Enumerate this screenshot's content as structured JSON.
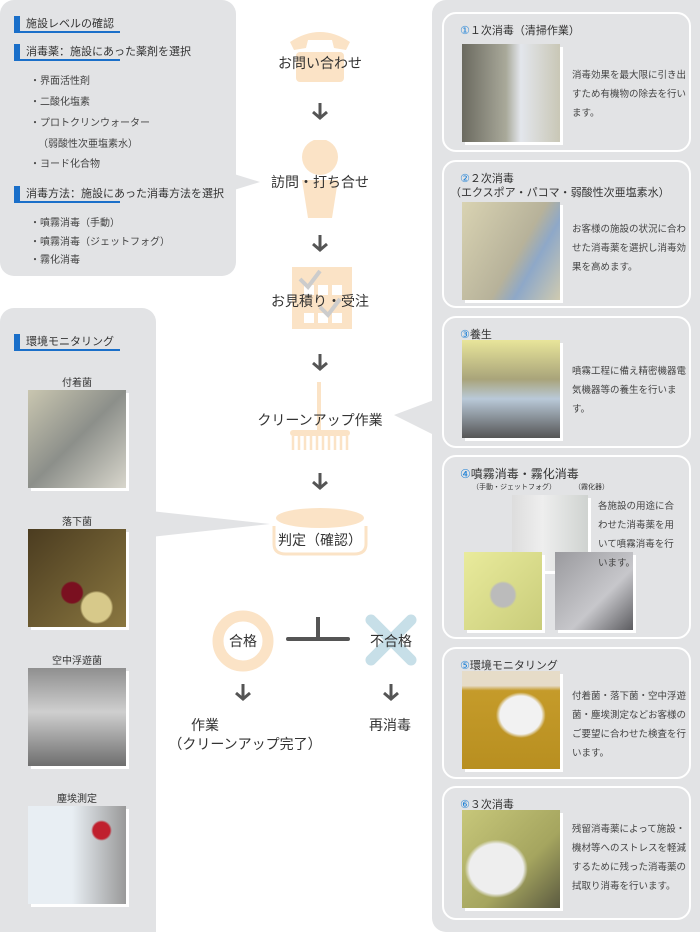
{
  "facility_panel": {
    "heading": "施設レベルの確認",
    "agent_heading": "消毒薬：施設にあった薬剤を選択",
    "agents": [
      "・界面活性剤",
      "・二酸化塩素",
      "・プロトクリンウォーター",
      "（弱酸性次亜塩素水）",
      "・ヨード化合物"
    ],
    "method_heading": "消毒方法：施設にあった消毒方法を選択",
    "methods": [
      "・噴霧消毒（手動）",
      "・噴霧消毒（ジェットフォグ）",
      "・霧化消毒"
    ]
  },
  "monitoring_panel": {
    "heading": "環境モニタリング",
    "items": [
      "付着菌",
      "落下菌",
      "空中浮遊菌",
      "塵埃測定"
    ]
  },
  "flow": {
    "steps": [
      "お問い合わせ",
      "訪問・打ち合せ",
      "お見積り・受注",
      "クリーンアップ作業",
      "判定（確認）"
    ],
    "pass": "合格",
    "fail": "不合格",
    "pass_result_1": "作業",
    "pass_result_2": "（クリーンアップ完了）",
    "fail_result": "再消毒"
  },
  "steps": [
    {
      "num": "①",
      "title": "１次消毒（清掃作業）",
      "desc": "消毒効果を最大限に引き出すため有機物の除去を行います。"
    },
    {
      "num": "②",
      "title": "２次消毒",
      "title2": "（エクスポア・パコマ・弱酸性次亜塩素水）",
      "desc": "お客様の施設の状況に合わせた消毒薬を選択し消毒効果を高めます。"
    },
    {
      "num": "③",
      "title": "養生",
      "desc": "噴霧工程に備え精密機器電気機器等の養生を行います。"
    },
    {
      "num": "④",
      "title": "噴霧消毒・霧化消毒",
      "sub1": "（手動・ジェットフォグ）",
      "sub2": "（霧化器）",
      "desc": "各施設の用途に合わせた消毒薬を用いて噴霧消毒を行います。"
    },
    {
      "num": "⑤",
      "title": "環境モニタリング",
      "desc": "付着菌・落下菌・空中浮遊菌・塵埃測定などお客様のご要望に合わせた検査を行います。"
    },
    {
      "num": "⑥",
      "title": "３次消毒",
      "desc": "残留消毒薬によって施設・機材等へのストレスを軽減するために残った消毒薬の拭取り消毒を行います。"
    }
  ],
  "colors": {
    "accent": "#1a6fc9",
    "icon": "#fbe3c6",
    "panel": "#e2e3e5",
    "cross": "#c7dfe8"
  }
}
